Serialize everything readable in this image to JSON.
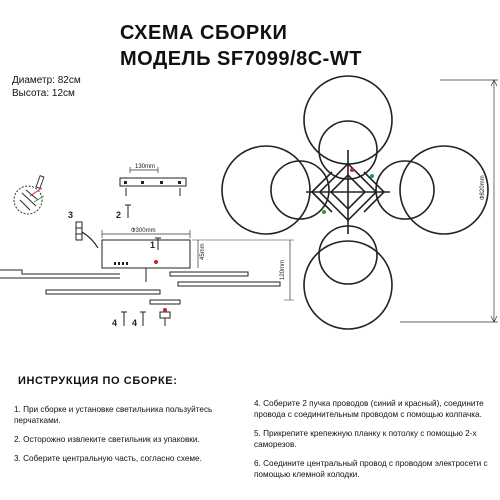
{
  "header": {
    "title_line1": "СХЕМА СБОРКИ",
    "title_line2": "МОДЕЛЬ SF7099/8C-WT"
  },
  "specs": {
    "diameter": "Диаметр: 82см",
    "height": "Высота: 12см"
  },
  "dimensions": {
    "bracket": "130mm",
    "base": "Ф300mm",
    "side": "45mm",
    "height": "120mm",
    "diameter": "Ф820mm"
  },
  "callouts": {
    "c1": "1",
    "c2": "2",
    "c3": "3",
    "c4a": "4",
    "c4b": "4"
  },
  "instructions": {
    "heading": "ИНСТРУКЦИЯ ПО СБОРКЕ:",
    "left_steps": [
      "1. При сборке и установке светильника пользуйтесь перчатками.",
      "2. Осторожно извлеките светильник из упаковки.",
      "3. Соберите центральную часть, согласно схеме."
    ],
    "right_steps": [
      "4. Соберите 2 пучка проводов (синий и красный), соедините провода с соединительным проводом с помощью колпачка.",
      "5. Прикрепите крепежную планку к потолку с помощью 2-х саморезов.",
      "6. Соедините центральный провод с проводом электросети с помощью клемной колодки."
    ]
  },
  "colors": {
    "line": "#222222",
    "dimension": "#333333",
    "accent_red": "#cc2222",
    "accent_green": "#2a9a3a"
  }
}
